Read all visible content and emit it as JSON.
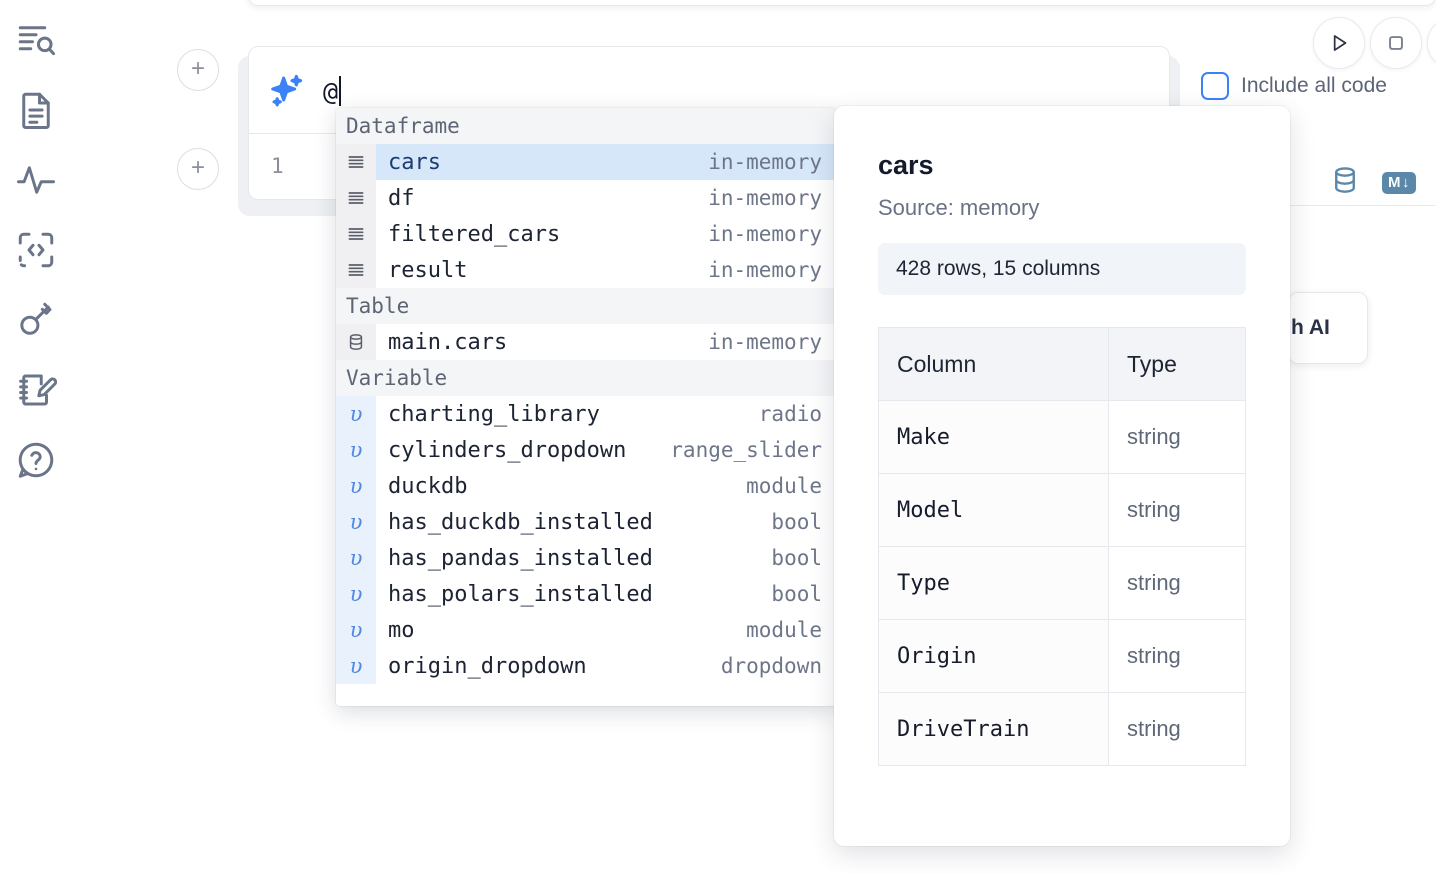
{
  "sidebar": {
    "items": [
      {
        "name": "search-outline-icon",
        "label": "Outline search"
      },
      {
        "name": "document-icon",
        "label": "Notebook file"
      },
      {
        "name": "activity-icon",
        "label": "Activity"
      },
      {
        "name": "code-snippet-icon",
        "label": "Snippets"
      },
      {
        "name": "key-icon",
        "label": "Secrets"
      },
      {
        "name": "notebook-edit-icon",
        "label": "Scratchpad"
      },
      {
        "name": "help-chat-icon",
        "label": "Help"
      }
    ]
  },
  "cell": {
    "add_button_label": "+",
    "ai_prompt_value": "@",
    "line_number": "1",
    "ai_icon": "sparkle-icon"
  },
  "toolbar": {
    "run_label": "Run",
    "stop_label": "Stop",
    "include_all_code_label": "Include all code",
    "include_all_code_checked": false,
    "database_icon": "database-icon",
    "markdown_badge": "M",
    "markdown_arrow": "↓",
    "ai_pill_label": "h AI"
  },
  "autocomplete": {
    "sections": [
      {
        "title": "Dataframe",
        "icon": "list-rows-icon",
        "kind": "dataframe",
        "items": [
          {
            "label": "cars",
            "type": "in-memory",
            "selected": true
          },
          {
            "label": "df",
            "type": "in-memory",
            "selected": false
          },
          {
            "label": "filtered_cars",
            "type": "in-memory",
            "selected": false
          },
          {
            "label": "result",
            "type": "in-memory",
            "selected": false
          }
        ]
      },
      {
        "title": "Table",
        "icon": "database-icon",
        "kind": "table",
        "items": [
          {
            "label": "main.cars",
            "type": "in-memory",
            "selected": false
          }
        ]
      },
      {
        "title": "Variable",
        "icon": "variable-icon",
        "kind": "variable",
        "glyph": "υ",
        "items": [
          {
            "label": "charting_library",
            "type": "radio",
            "selected": false
          },
          {
            "label": "cylinders_dropdown",
            "type": "range_slider",
            "selected": false
          },
          {
            "label": "duckdb",
            "type": "module",
            "selected": false
          },
          {
            "label": "has_duckdb_installed",
            "type": "bool",
            "selected": false
          },
          {
            "label": "has_pandas_installed",
            "type": "bool",
            "selected": false
          },
          {
            "label": "has_polars_installed",
            "type": "bool",
            "selected": false
          },
          {
            "label": "mo",
            "type": "module",
            "selected": false
          },
          {
            "label": "origin_dropdown",
            "type": "dropdown",
            "selected": false
          }
        ]
      }
    ]
  },
  "preview": {
    "title": "cars",
    "source": "Source: memory",
    "stats": "428 rows, 15 columns",
    "columns_header": "Column",
    "type_header": "Type",
    "rows": [
      {
        "column": "Make",
        "type": "string"
      },
      {
        "column": "Model",
        "type": "string"
      },
      {
        "column": "Type",
        "type": "string"
      },
      {
        "column": "Origin",
        "type": "string"
      },
      {
        "column": "DriveTrain",
        "type": "string"
      }
    ]
  },
  "colors": {
    "accent_blue": "#3b82f6",
    "selected_row": "#d7e7fa",
    "section_header_bg": "#f4f5f7",
    "variable_gutter": "#e9f1fd",
    "steel_blue": "#5b87a8",
    "text_dark": "#141a29",
    "text_muted": "#6d7689"
  }
}
